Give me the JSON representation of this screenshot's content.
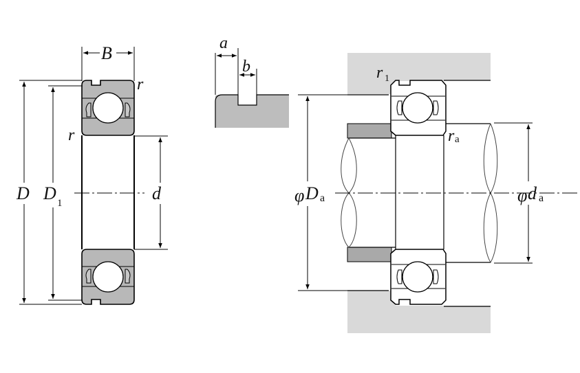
{
  "diagram": {
    "title": "Deep groove ball bearing with shields and snap ring groove",
    "colors": {
      "ring_fill": "#b8b8b8",
      "housing_fill": "#d9d9d9",
      "spacer_fill": "#a9a9a9",
      "line": "#000000"
    },
    "left_view": {
      "labels": {
        "width": "B",
        "outer_diameter": "D",
        "shoulder_diameter_main": "D",
        "shoulder_diameter_sub": "1",
        "bore": "d",
        "chamfer_top": "r",
        "chamfer_side": "r"
      }
    },
    "groove_detail": {
      "labels": {
        "groove_offset": "a",
        "groove_width": "b"
      }
    },
    "mounting_view": {
      "labels": {
        "housing_shoulder_phi": "φ",
        "housing_shoulder_main": "D",
        "housing_shoulder_sub": "a",
        "shaft_shoulder_phi": "φ",
        "shaft_shoulder_main": "d",
        "shaft_shoulder_sub": "a",
        "fillet_housing_main": "r",
        "fillet_housing_sub": "1",
        "fillet_shaft_main": "r",
        "fillet_shaft_sub": "a"
      }
    }
  }
}
